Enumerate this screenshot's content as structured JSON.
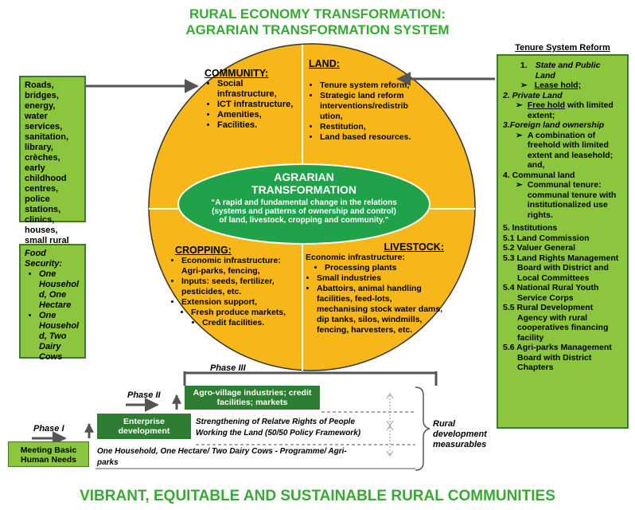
{
  "title_line1": "RURAL ECONOMY TRANSFORMATION:",
  "title_line2": "AGRARIAN TRANSFORMATION SYSTEM",
  "footer": "VIBRANT, EQUITABLE AND SUSTAINABLE RURAL COMMUNITIES",
  "left_box_infra": "Roads, bridges, energy, water services, sanitation, library, crèches, early childhood centres, police stations, clinics, houses, small rural towns revitalisation.",
  "food_security": {
    "heading": "Food Security:",
    "items": [
      "One Househol d, One Hectare",
      "One Househol d, Two Dairy Cows"
    ]
  },
  "community": {
    "heading": "COMMUNITY:",
    "items": [
      "Social infrastructure,",
      "ICT infrastructure,",
      "Amenities,",
      "Facilities."
    ]
  },
  "land": {
    "heading": "LAND:",
    "items": [
      "Tenure system reform,",
      "Strategic land reform interventions/redistrib ution,",
      "Restitution,",
      "Land based resources."
    ]
  },
  "cropping": {
    "heading": "CROPPING:",
    "items": [
      "Economic infrastructure: Agri-parks, fencing,",
      "Inputs: seeds, fertilizer, pesticides, etc.",
      "Extension support,"
    ],
    "subitems": [
      "Fresh produce markets,",
      "Credit facilities."
    ]
  },
  "livestock": {
    "heading": "LIVESTOCK:",
    "intro": "Economic infrastructure:",
    "items": [
      "Processing plants",
      "Small industries",
      "Abattoirs, animal handling facilities, feed-lots, mechanising stock water dams, dip tanks, silos, windmills, fencing, harvesters, etc."
    ]
  },
  "center": {
    "title_line1": "AGRARIAN",
    "title_line2": "TRANSFORMATION",
    "quote": "“A rapid and fundamental change in the relations (systems and patterns of ownership and control) of land, livestock, cropping and community.”"
  },
  "tenure": {
    "heading": "Tenure System Reform",
    "item1": "1.",
    "item1_text": "State and Public Land",
    "item1_sub": "Lease hold;",
    "item2": "2. Private Land",
    "item2_sub_u": "Free hold",
    "item2_sub_rest": " with limited extent;",
    "item3": "3.Foreign land ownership",
    "item3_sub": "A combination of freehold  with limited extent and leasehold; and,",
    "item4": "4. Communal land",
    "item4_sub": "Communal tenure: communal tenure with institutionalized use rights.",
    "institutions": [
      "5. Institutions",
      "5.1 Land Commission",
      "5.2 Valuer General",
      "5.3 Land Rights Management Board with District and Local Committees",
      "5.4 National Rural Youth Service Corps",
      "5.5  Rural Development Agency with rural cooperatives financing facility",
      "5.6 Agri-parks Management Board with District Chapters"
    ]
  },
  "phases": {
    "phase1": "Phase I",
    "phase2": "Phase II",
    "phase3": "Phase III",
    "box1": "Meeting Basic Human Needs",
    "box2": "Enterprise development",
    "box3": "Agro-village industries; credit facilities; markets",
    "text_a": "Strengthening of Relatve Rights of People Working the Land (50/50 Policy Framework)",
    "text_b": "One Household, One Hectare/ Two Dairy Cows - Programme/ Agri-parks",
    "measurables": "Rural development measurables"
  },
  "colors": {
    "green_box": "#8cc63f",
    "circle": "#f7b718",
    "center_ellipse": "#1fa24a",
    "dark_green": "#2e7d32",
    "title_green": "#39a935"
  }
}
